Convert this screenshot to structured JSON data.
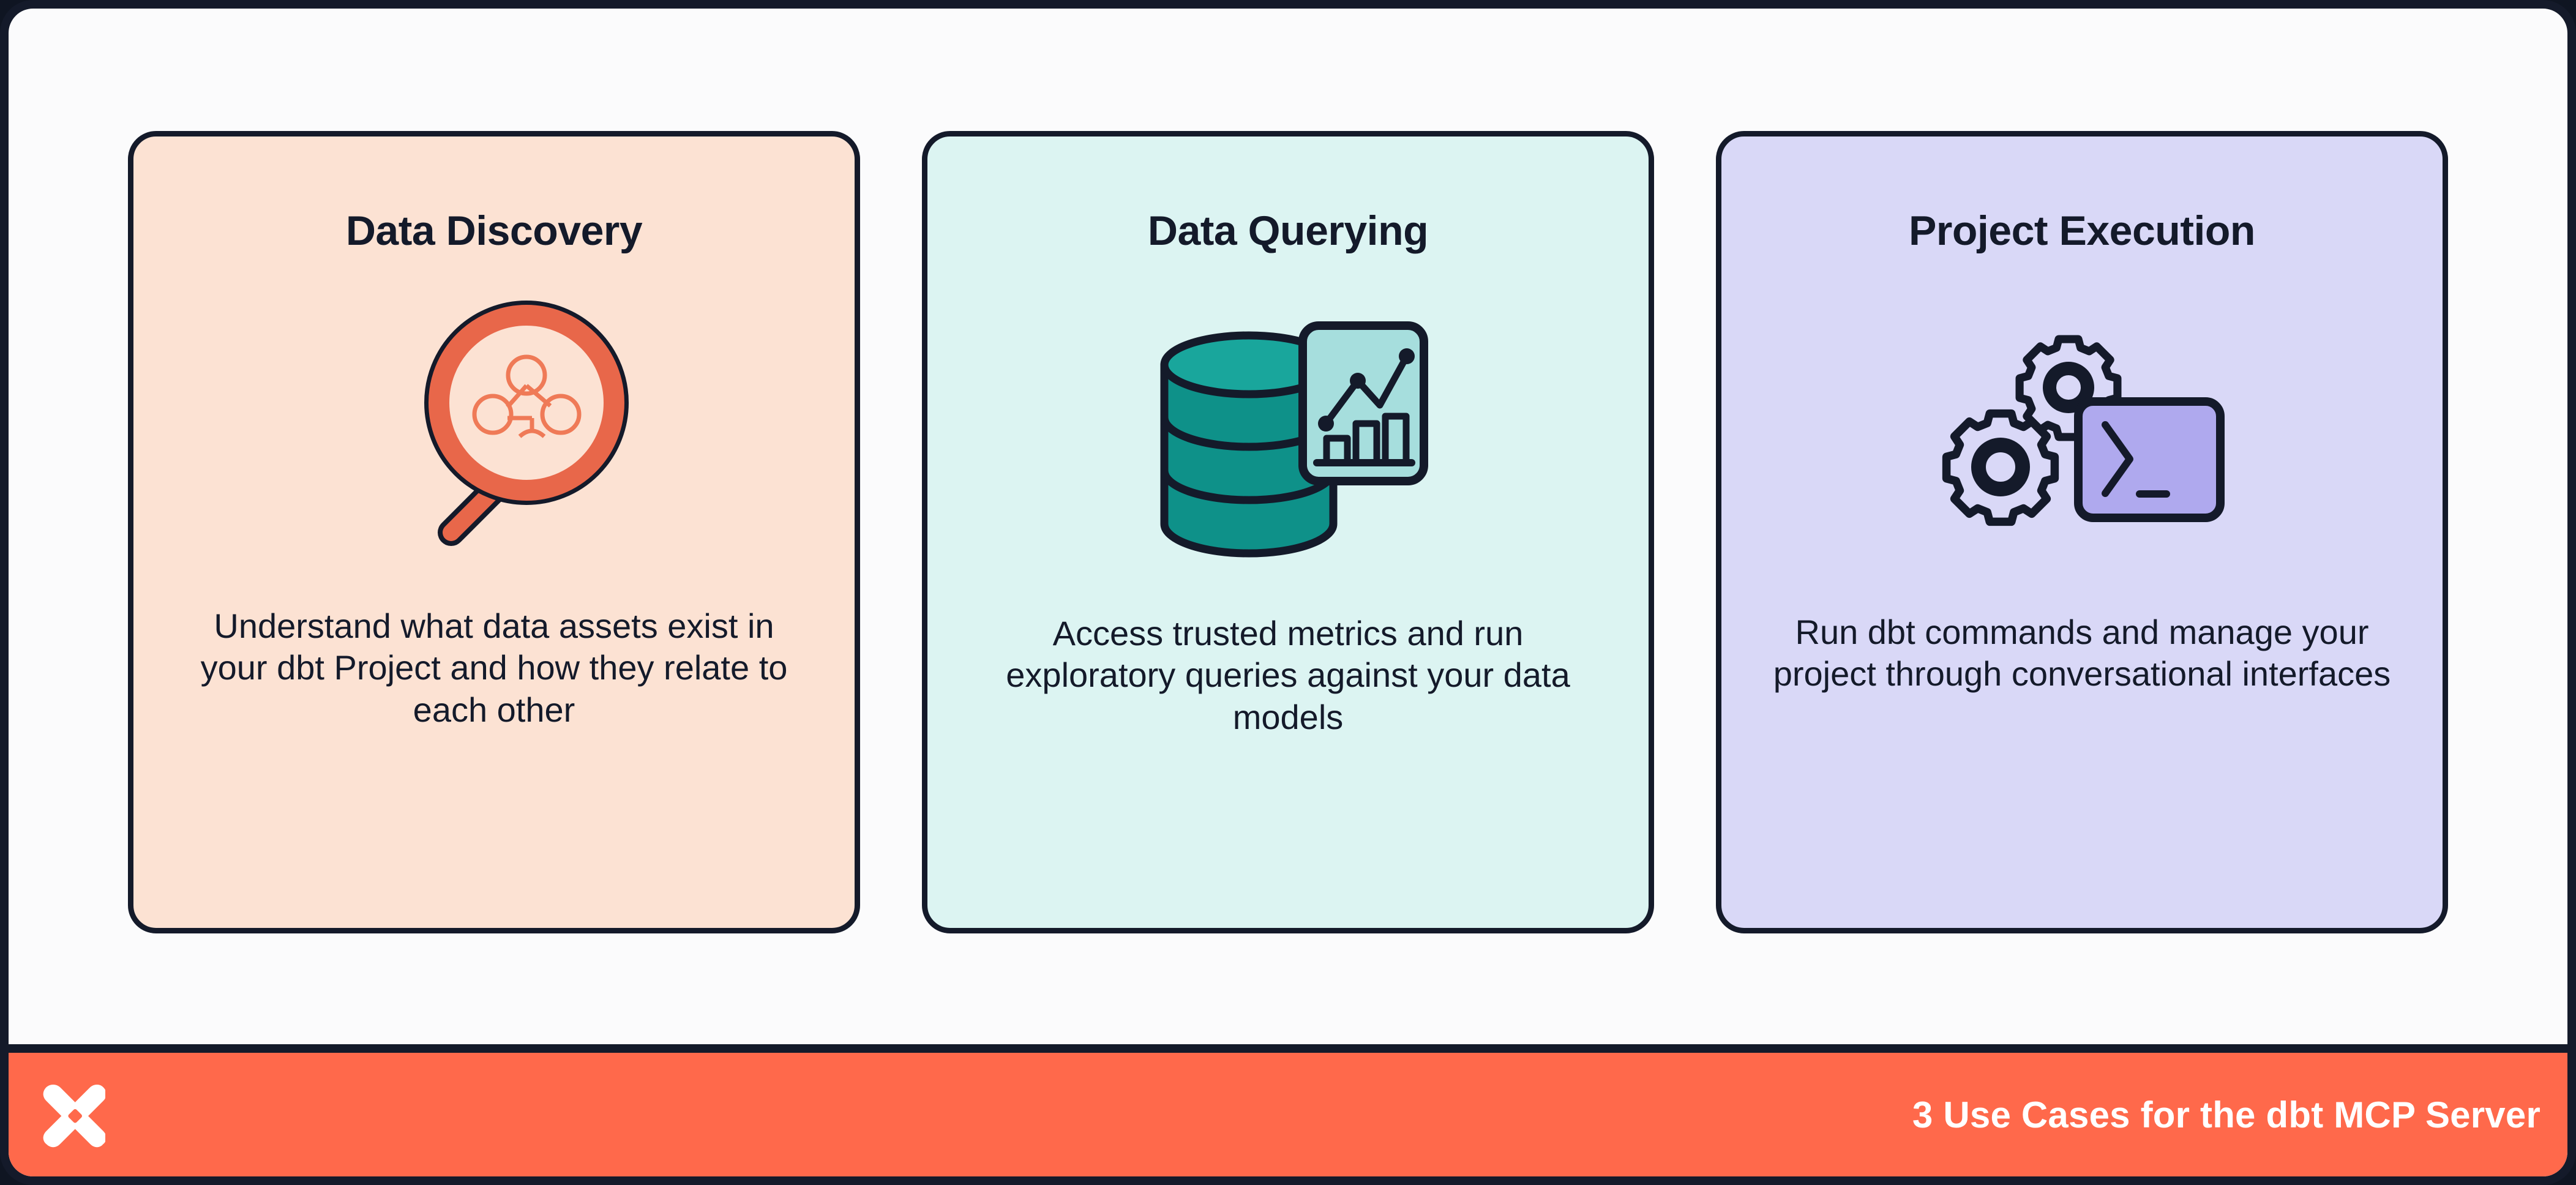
{
  "poster": {
    "frame_color": "#141a2a",
    "background": "#fbfbfc"
  },
  "cards": [
    {
      "id": "data-discovery",
      "title": "Data Discovery",
      "description": "Understand what data assets exist in your dbt Project and how they relate to each other",
      "bg_color": "#fce2d3",
      "accent_color": "#e8674a",
      "icon": "magnifier-graph-icon"
    },
    {
      "id": "data-querying",
      "title": "Data Querying",
      "description": "Access trusted metrics and run exploratory queries against your data models",
      "bg_color": "#dcf4f2",
      "accent_color": "#0e9189",
      "icon": "database-chart-icon"
    },
    {
      "id": "project-execution",
      "title": "Project Execution",
      "description": "Run dbt commands and manage your project through conversational interfaces",
      "bg_color": "#d9d8f7",
      "accent_color": "#afa9ee",
      "icon": "gears-terminal-icon"
    }
  ],
  "footer": {
    "caption": "3 Use Cases for the dbt MCP Server",
    "bar_color": "#ff694b",
    "text_color": "#ffffff",
    "logo": "dbt-logo-mark"
  }
}
